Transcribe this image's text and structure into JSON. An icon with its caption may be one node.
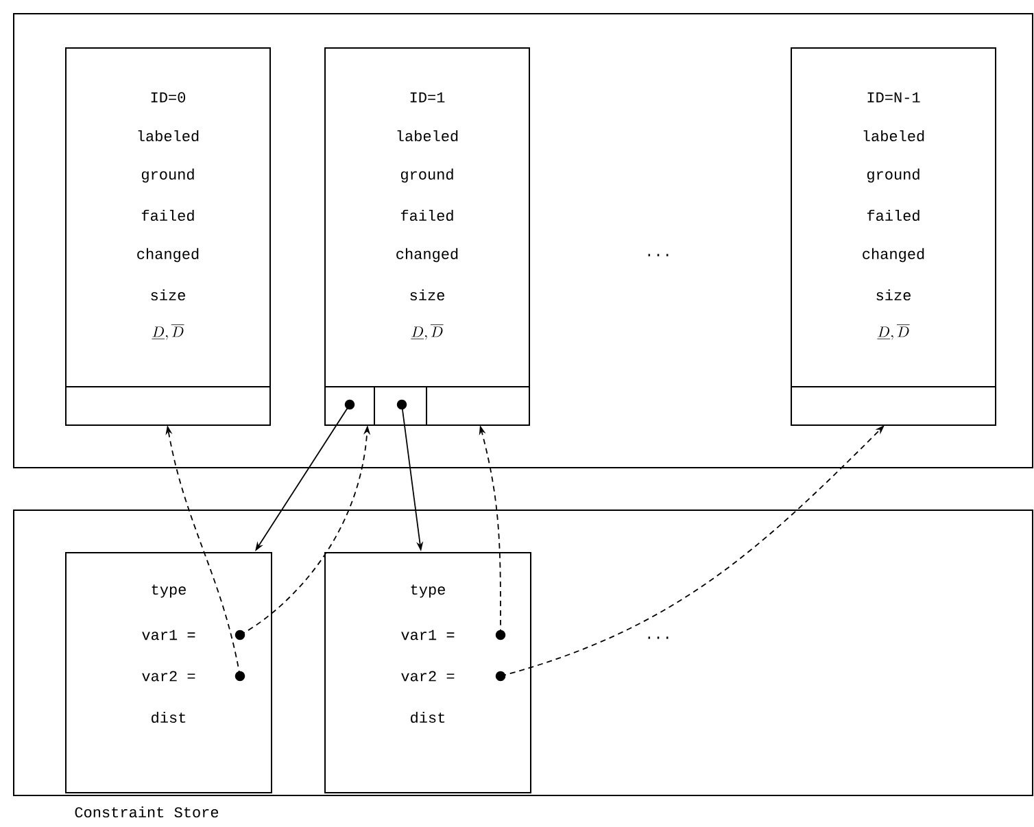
{
  "diagram": {
    "nodes": [
      {
        "text": [],
        "shape": "box"
      },
      {
        "text": [
          "ID=0",
          "labeled",
          "ground",
          "failed",
          "changed",
          "size",
          "\\underline{D}, \\overline{D}"
        ],
        "in": 0
      },
      {
        "text": [
          "ID=1",
          "labeled",
          "ground",
          "failed",
          "changed",
          "size",
          "\\underline{D}, \\overline{D}"
        ],
        "in": 0
      },
      {
        "text": [
          "ID=N-1",
          "labeled",
          "ground",
          "failed",
          "changed",
          "size",
          "\\underline{D}, \\overline{D}"
        ],
        "in": 0
      },
      {
        "text": [],
        "shape": "box",
        "in": 1
      },
      {
        "text": [],
        "shape": "box",
        "in": 2
      },
      {
        "text": [],
        "shape": "box",
        "in": 2
      },
      {
        "text": [],
        "shape": "box",
        "in": 2
      },
      {
        "text": [],
        "shape": "box",
        "in": 3
      },
      {
        "text": [],
        "shape": "box",
        "beside": [
          "Constraint Store"
        ]
      },
      {
        "text": [
          "type",
          "var1 =",
          "var2 =",
          "dist"
        ],
        "in": 9
      },
      {
        "text": [
          "type",
          "var1 =",
          "var2 =",
          "dist"
        ],
        "in": 9
      }
    ],
    "edges": [
      {
        "from": 5,
        "to": 10,
        "arrow": "to"
      },
      {
        "from": 6,
        "to": 11,
        "arrow": "to"
      },
      {
        "from": 10,
        "to": 5,
        "arrow": "to",
        "style": "dashed"
      },
      {
        "from": 10,
        "to": 4,
        "arrow": "to",
        "style": "dashed"
      },
      {
        "from": 11,
        "to": 7,
        "arrow": "to",
        "style": "dashed"
      },
      {
        "from": 11,
        "to": 8,
        "arrow": "to",
        "style": "dashed"
      }
    ],
    "labels": [
      "...",
      "..."
    ]
  }
}
